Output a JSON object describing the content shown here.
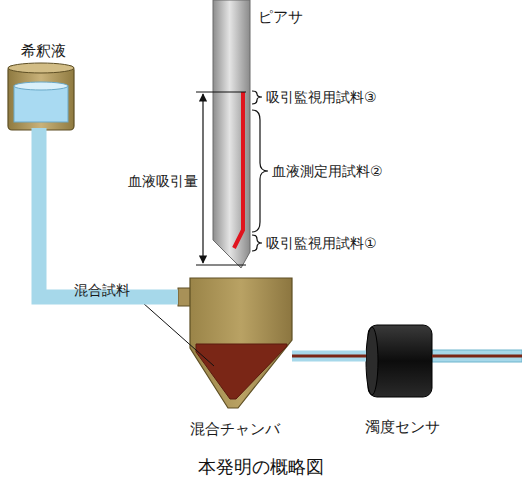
{
  "diagram": {
    "caption": "本発明の概略図",
    "nodes": [
      {
        "text": [
          "ピアサ"
        ]
      },
      {
        "text": [
          "希釈液"
        ]
      },
      {
        "text": [
          "混合チャンバ"
        ]
      },
      {
        "text": [
          "濁度センサ"
        ]
      }
    ],
    "edges": [
      {
        "from": 1,
        "to": 2,
        "arrow": "none"
      },
      {
        "from": 2,
        "to": 3,
        "arrow": "none"
      }
    ],
    "labels": [
      "血液吸引量",
      "吸引監視用試料③",
      "血液測定用試料②",
      "吸引監視用試料①",
      "混合試料"
    ]
  }
}
